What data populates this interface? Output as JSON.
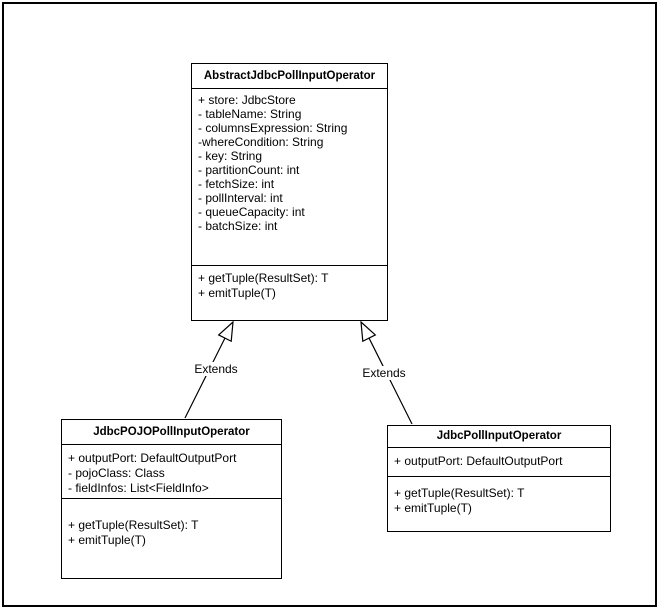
{
  "diagram": {
    "type": "uml-class-diagram",
    "colors": {
      "line": "#000000",
      "text": "#000000",
      "background": "#ffffff"
    },
    "classes": [
      {
        "name": "AbstractJdbcPollInputOperator",
        "attributes": [
          "+ store: JdbcStore",
          "- tableName: String",
          "- columnsExpression: String",
          "-whereCondition: String",
          "- key: String",
          "- partitionCount: int",
          "- fetchSize: int",
          "- pollInterval: int",
          "- queueCapacity: int",
          "- batchSize: int"
        ],
        "methods": [
          "+ getTuple(ResultSet): T",
          "+ emitTuple(T)"
        ]
      },
      {
        "name": "JdbcPOJOPollInputOperator",
        "attributes": [
          "+ outputPort: DefaultOutputPort",
          "- pojoClass: Class",
          "- fieldInfos: List<FieldInfo>"
        ],
        "methods": [
          "+ getTuple(ResultSet): T",
          "+ emitTuple(T)"
        ]
      },
      {
        "name": "JdbcPollInputOperator",
        "attributes": [
          "+ outputPort: DefaultOutputPort"
        ],
        "methods": [
          "+ getTuple(ResultSet): T",
          "+ emitTuple(T)"
        ]
      }
    ],
    "relationships": [
      {
        "label": "Extends",
        "from": "JdbcPOJOPollInputOperator",
        "to": "AbstractJdbcPollInputOperator",
        "kind": "generalization"
      },
      {
        "label": "Extends",
        "from": "JdbcPollInputOperator",
        "to": "AbstractJdbcPollInputOperator",
        "kind": "generalization"
      }
    ]
  }
}
